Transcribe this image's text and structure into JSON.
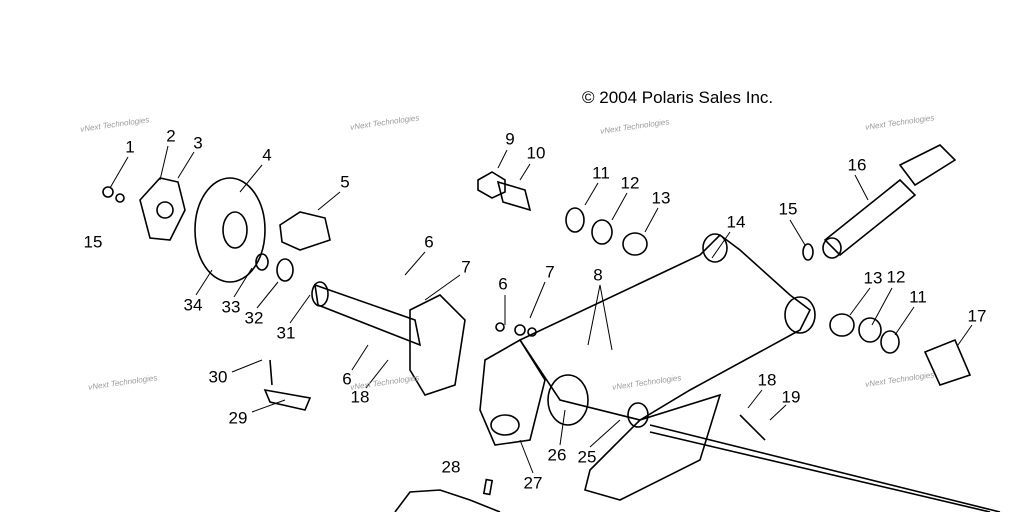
{
  "copyright": "© 2004 Polaris Sales Inc.",
  "watermark": "vNext Technologies",
  "callouts": [
    "1",
    "2",
    "3",
    "4",
    "5",
    "6",
    "7",
    "15",
    "34",
    "33",
    "32",
    "31",
    "30",
    "29",
    "6",
    "18",
    "9",
    "10",
    "11",
    "12",
    "13",
    "14",
    "15",
    "16",
    "6",
    "7",
    "8",
    "13",
    "12",
    "11",
    "17",
    "18",
    "19",
    "26",
    "25",
    "27",
    "28"
  ],
  "colors": {
    "line": "#000000",
    "watermark": "#9a9a9a"
  }
}
